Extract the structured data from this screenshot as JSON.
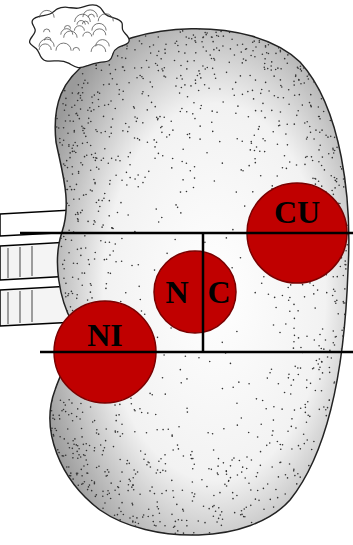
{
  "diagram": {
    "nodes": [
      {
        "text": [
          "CU"
        ]
      },
      {
        "text": [
          "N",
          "C"
        ]
      },
      {
        "text": [
          "NI"
        ]
      }
    ]
  }
}
